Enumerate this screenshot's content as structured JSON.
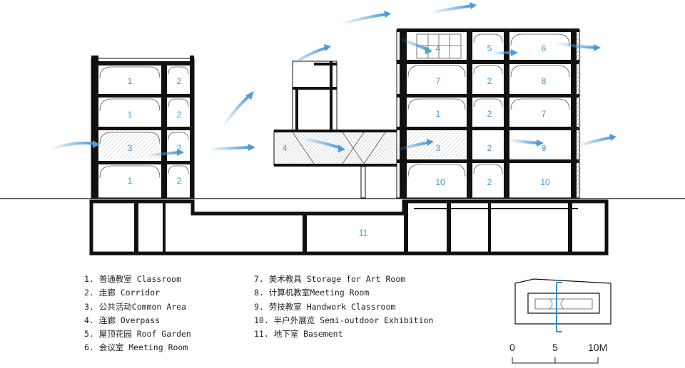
{
  "legend": {
    "items": [
      "1.  普通教室 Classroom",
      "2.  走廊 Corridor",
      "3.  公共活动Common Area",
      "4.  连廊 Overpass",
      "5.  屋顶花园 Roof Garden",
      "6.  会议室 Meeting Room",
      "7.  美术教具 Storage for Art Room",
      "8.  计算机教室Meeting Room",
      "9.  劳技教室 Handwork Classroom",
      "10. 半户外展览 Semi-outdoor Exhibition",
      "11. 地下室 Basement"
    ]
  },
  "room_labels": {
    "left_building": [
      "1",
      "2",
      "1",
      "2",
      "3",
      "2",
      "1",
      "2"
    ],
    "overpass": [
      "4"
    ],
    "right_building": [
      "4",
      "5",
      "6",
      "7",
      "2",
      "8",
      "1",
      "2",
      "7",
      "3",
      "2",
      "9",
      "10",
      "2",
      "10"
    ],
    "basement": [
      "11"
    ]
  },
  "scale_bar": {
    "labels": [
      "0",
      "5",
      "10M"
    ]
  },
  "colors": {
    "wall": "#111111",
    "room_number": "#3a9ad9",
    "airflow": "#4a9bd8",
    "key_plan_marker": "#2f93d8"
  }
}
